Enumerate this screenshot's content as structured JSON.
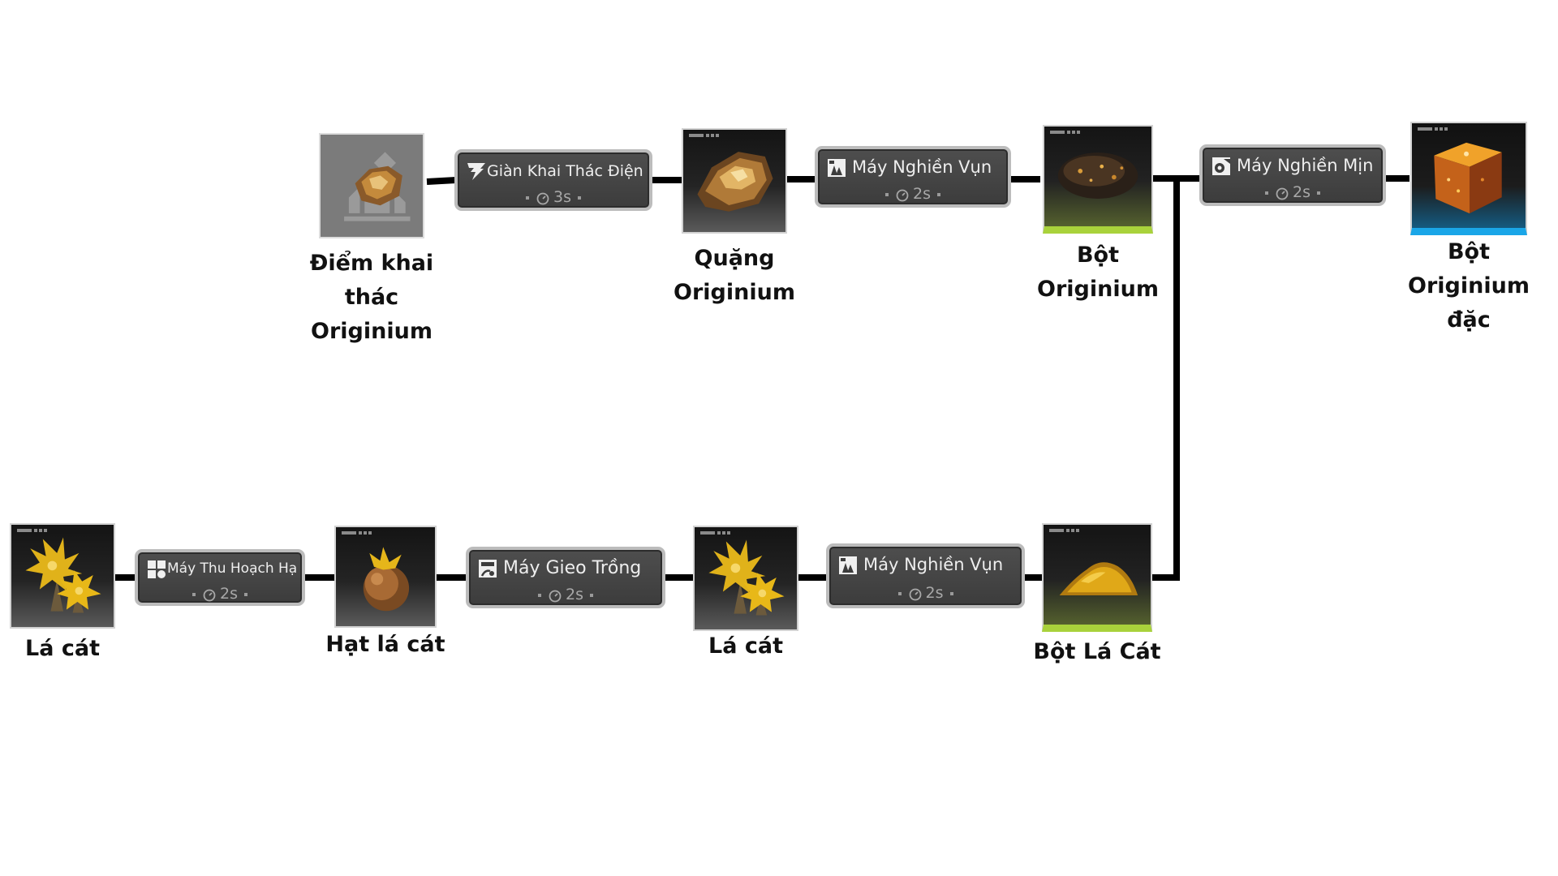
{
  "colors": {
    "connector": "#000000",
    "item_label": "#111111",
    "machine_text": "#eeeeee",
    "machine_time": "#a8a8a8",
    "rarity_green": "#a9d23b",
    "rarity_blue": "#1aa6e8"
  },
  "items": {
    "originium_mining_point": {
      "label": "Điểm khai thác Originium",
      "icon": "mining-point-rock-icon"
    },
    "originium_ore": {
      "label": "Quặng Originium",
      "icon": "originium-ore-icon"
    },
    "originium_powder": {
      "label": "Bột Originium",
      "icon": "originium-powder-icon"
    },
    "dense_originium_powder": {
      "label": "Bột Originium đặc",
      "icon": "dense-originium-cube-icon"
    },
    "sandleaf_source": {
      "label": "Lá cát",
      "icon": "sandleaf-plant-icon"
    },
    "sandleaf_seed": {
      "label": "Hạt lá cát",
      "icon": "sandleaf-seed-icon"
    },
    "sandleaf_grown": {
      "label": "Lá cát",
      "icon": "sandleaf-plant-icon"
    },
    "sandleaf_powder": {
      "label": "Bột Lá Cát",
      "icon": "sandleaf-powder-icon"
    }
  },
  "machines": {
    "electric_mining_rig": {
      "name": "Giàn Khai Thác Điện",
      "time": "3s",
      "icon": "electric-mining-icon"
    },
    "shredder_top": {
      "name": "Máy Nghiền Vụn",
      "time": "2s",
      "icon": "shredder-icon"
    },
    "grinder": {
      "name": "Máy Nghiền Mịn",
      "time": "2s",
      "icon": "grinder-icon"
    },
    "seed_harvester": {
      "name": "Máy Thu Hoạch Hạt",
      "time": "2s",
      "icon": "seed-harvester-icon"
    },
    "planter": {
      "name": "Máy Gieo Trồng",
      "time": "2s",
      "icon": "planter-icon"
    },
    "shredder_bottom": {
      "name": "Máy Nghiền Vụn",
      "time": "2s",
      "icon": "shredder-icon"
    }
  }
}
